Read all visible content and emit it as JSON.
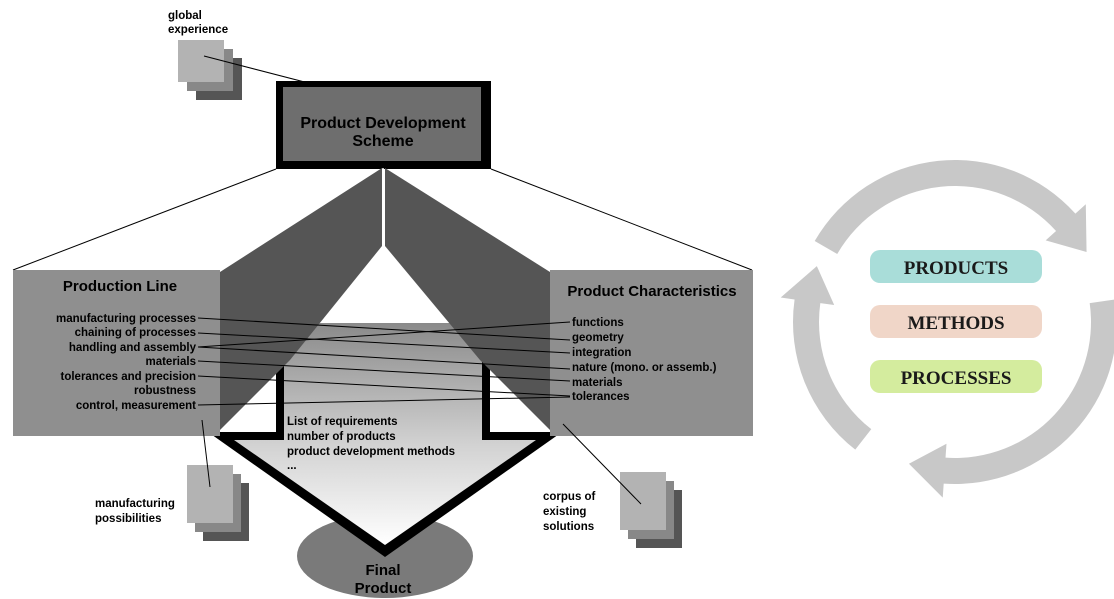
{
  "scheme": {
    "line1": "Product Development",
    "line2": "Scheme"
  },
  "global_experience": {
    "line1": "global",
    "line2": "experience"
  },
  "production_line": {
    "title": "Production Line",
    "items": [
      "manufacturing processes",
      "chaining of processes",
      "handling and assembly",
      "materials",
      "tolerances and precision",
      "robustness",
      "control, measurement"
    ]
  },
  "product_characteristics": {
    "title": "Product Characteristics",
    "items": [
      "functions",
      "geometry",
      "integration",
      "nature (mono. or assemb.)",
      "materials",
      "tolerances"
    ]
  },
  "requirements": {
    "items": [
      "List of requirements",
      "number of products",
      "product development methods",
      "..."
    ]
  },
  "final_product": {
    "line1": "Final",
    "line2": "Product"
  },
  "manufacturing_possibilities": {
    "line1": "manufacturing",
    "line2": "possibilities"
  },
  "corpus": {
    "line1": "corpus of",
    "line2": "existing",
    "line3": "solutions"
  },
  "cycle": {
    "labels": [
      "PRODUCTS",
      "METHODS",
      "PROCESSES"
    ],
    "colors": [
      "#a9ddd9",
      "#f0d6c8",
      "#d4ec9e"
    ],
    "ring_color": "#c8c8c8"
  }
}
